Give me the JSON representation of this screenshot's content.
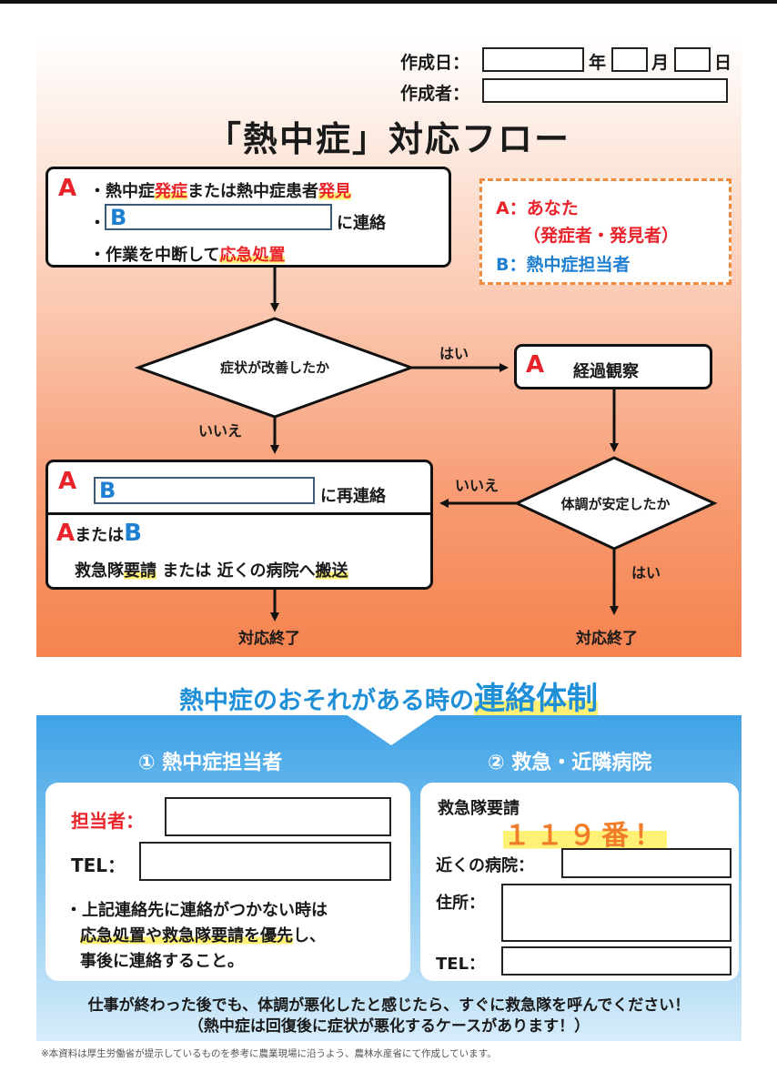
{
  "header": {
    "date_label": "作成日：",
    "year": "年",
    "month": "月",
    "day": "日",
    "author_label": "作成者："
  },
  "title": "「熱中症」対応フロー",
  "step1": {
    "marker": "A",
    "line1_pre": "・熱中症",
    "line1_hl1": "発症",
    "line1_mid": "または熱中症患者",
    "line1_hl2": "発見",
    "line2_bullet": "・",
    "line2_field": "B",
    "line2_post": "に連絡",
    "line3_pre": "・作業を中断して",
    "line3_hl": "応急処置"
  },
  "legend": {
    "a_line": "A：あなた",
    "a_sub": "（発症者・発見者）",
    "b_line": "B：熱中症担当者"
  },
  "decision1": {
    "text": "症状が改善したか",
    "yes": "はい",
    "no": "いいえ"
  },
  "observe": {
    "marker": "A",
    "text": "経過観察"
  },
  "decision2": {
    "text": "体調が安定したか",
    "yes": "はい",
    "no": "いいえ"
  },
  "recontact": {
    "marker": "A",
    "field": "B",
    "post": "に再連絡",
    "or_a": "A",
    "or_text": "または",
    "or_b": "B",
    "line_pre": "救急隊",
    "line_hl1": "要請",
    "line_mid": " または 近くの病院へ",
    "line_hl2": "搬送"
  },
  "end1": "対応終了",
  "end2": "対応終了",
  "contact": {
    "title_pre": "熱中症のおそれがある時の",
    "title_hl": "連絡体制",
    "panel1_head": "① 熱中症担当者",
    "panel2_head": "② 救急・近隣病院",
    "p1_person_label": "担当者：",
    "p1_tel_label": "TEL：",
    "p1_note_line1": "・上記連絡先に連絡がつかない時は",
    "p1_note_hl": "応急処置や救急隊要請を優先",
    "p1_note_line2_post": "し、",
    "p1_note_line3": "事後に連絡すること。",
    "p2_ambulance": "救急隊要請",
    "p2_number": "１１９番！",
    "p2_hospital_label": "近くの病院：",
    "p2_address_label": "住所：",
    "p2_tel_label": "TEL："
  },
  "bottom_line1": "仕事が終わった後でも、体調が悪化したと感じたら、すぐに救急隊を呼んでください！",
  "bottom_line2": "（熱中症は回復後に症状が悪化するケースがあります！）",
  "footnote": "※本資料は厚生労働省が提示しているものを参考に農業現場に沿うよう、農林水産省にて作成しています。",
  "colors": {
    "red": "#e8232a",
    "blue": "#1f7fd0",
    "orange": "#f07d2a",
    "highlight": "#fff176"
  }
}
